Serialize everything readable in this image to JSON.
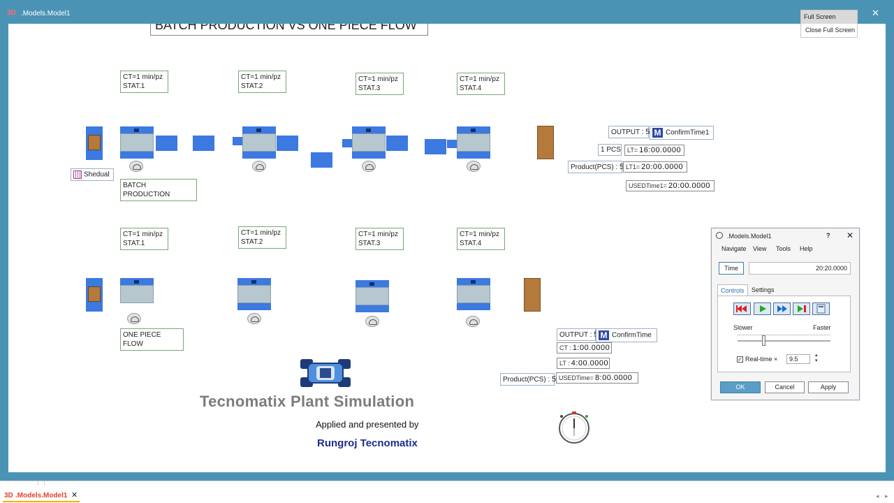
{
  "window": {
    "title": ".Models.Model1",
    "title_icon": "3D",
    "close_glyph": "✕"
  },
  "fullscreen_menu": {
    "items": [
      "Full Screen",
      "Close Full Screen"
    ]
  },
  "model": {
    "title": "BATCH PRODUCTION VS ONE PIECE FLOW",
    "batch_stations": [
      {
        "ct": "CT=1 min/pz",
        "name": "STAT.1"
      },
      {
        "ct": "CT=1 min/pz",
        "name": "STAT.2"
      },
      {
        "ct": "CT=1 min/pz",
        "name": "STAT.3"
      },
      {
        "ct": "CT=1 min/pz",
        "name": "STAT.4"
      }
    ],
    "flow_stations": [
      {
        "ct": "CT=1 min/pz",
        "name": "STAT.1"
      },
      {
        "ct": "CT=1 min/pz",
        "name": "STAT.2"
      },
      {
        "ct": "CT=1 min/pz",
        "name": "STAT.3"
      },
      {
        "ct": "CT=1 min/pz",
        "name": "STAT.4"
      }
    ],
    "shedual_label": "Shedual",
    "batch_label": "BATCH PRODUCTION",
    "flow_label": "ONE PIECE FLOW",
    "batch_stats": {
      "output_label": "OUTPUT :",
      "output_value": "5",
      "confirm_label": "ConfirmTime1",
      "m_label": "M",
      "pcs_label": "1 PCS",
      "lt_label": "LT=",
      "lt_value": "16:00.0000",
      "product_label": "Product(PCS) :",
      "product_value": "5",
      "lt1_label": "LT1=",
      "lt1_value": "20:00.0000",
      "used_label": "USEDTime1=",
      "used_value": "20:00.0000"
    },
    "flow_stats": {
      "output_label": "OUTPUT :",
      "output_value": "5",
      "confirm_label": "ConfirmTime",
      "m_label": "M",
      "ct_label": "CT :",
      "ct_value": "1:00.0000",
      "lt_label": "LT :",
      "lt_value": "4:00.0000",
      "product_label": "Product(PCS) :",
      "product_value": "5",
      "used_label": "USEDTime=",
      "used_value": "8:00.0000"
    },
    "brand": "Tecnomatix Plant Simulation",
    "applied": "Applied and presented by",
    "author": "Rungroj Tecnomatix"
  },
  "dialog": {
    "title": ".Models.Model1",
    "help_glyph": "?",
    "close_glyph": "✕",
    "menu": [
      "Navigate",
      "View",
      "Tools",
      "Help"
    ],
    "time_button": "Time",
    "time_value": "20:20.0000",
    "tabs": [
      "Controls",
      "Settings"
    ],
    "slower": "Slower",
    "faster": "Faster",
    "speed_fraction": 0.28,
    "realtime_label": "Real-time ×",
    "realtime_value": "9.5",
    "ok": "OK",
    "cancel": "Cancel",
    "apply": "Apply"
  },
  "bottom": {
    "tab_icon": "3D",
    "tab_name": ".Models.Model1",
    "tab_close": "✕",
    "nav_left": "◂",
    "nav_right": "▸"
  },
  "colors": {
    "frame": "#4b93b5",
    "station_blue": "#3c79e0",
    "part_brown": "#b47a3c",
    "accent_orange": "#e5412d"
  }
}
